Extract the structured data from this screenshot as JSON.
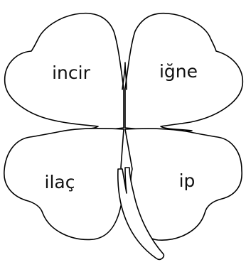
{
  "leaves": {
    "top_left": {
      "word": "incir"
    },
    "top_right": {
      "word": "iğne"
    },
    "bottom_left": {
      "word": "ilaç"
    },
    "bottom_right": {
      "word": "ip"
    }
  },
  "colors": {
    "outline": "#000000",
    "fill": "#ffffff",
    "text": "#111111"
  }
}
